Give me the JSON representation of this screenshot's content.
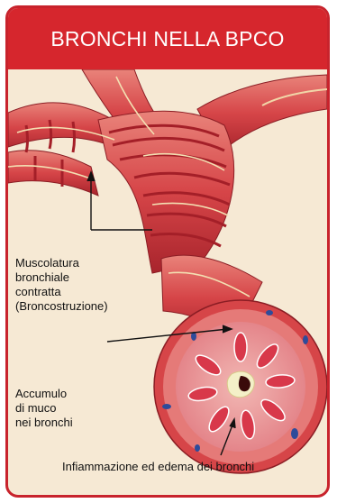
{
  "title": "BRONCHI NELLA BPCO",
  "labels": {
    "muscle": [
      "Muscolatura",
      "bronchiale",
      "contratta",
      "(Broncostruzione)"
    ],
    "mucus": [
      "Accumulo",
      "di muco",
      "nei bronchi"
    ],
    "inflammation": "Infiammazione ed edema dei bronchi"
  },
  "colors": {
    "frame": "#c8232c",
    "title_bg": "#d6262d",
    "background": "#f6e9d4",
    "tissue": "#d9474a",
    "tissue_light": "#ec8c84",
    "mucosa": "#f2b8b4",
    "mucus": "#f4f0c8",
    "vessel": "#2e4b9a"
  }
}
